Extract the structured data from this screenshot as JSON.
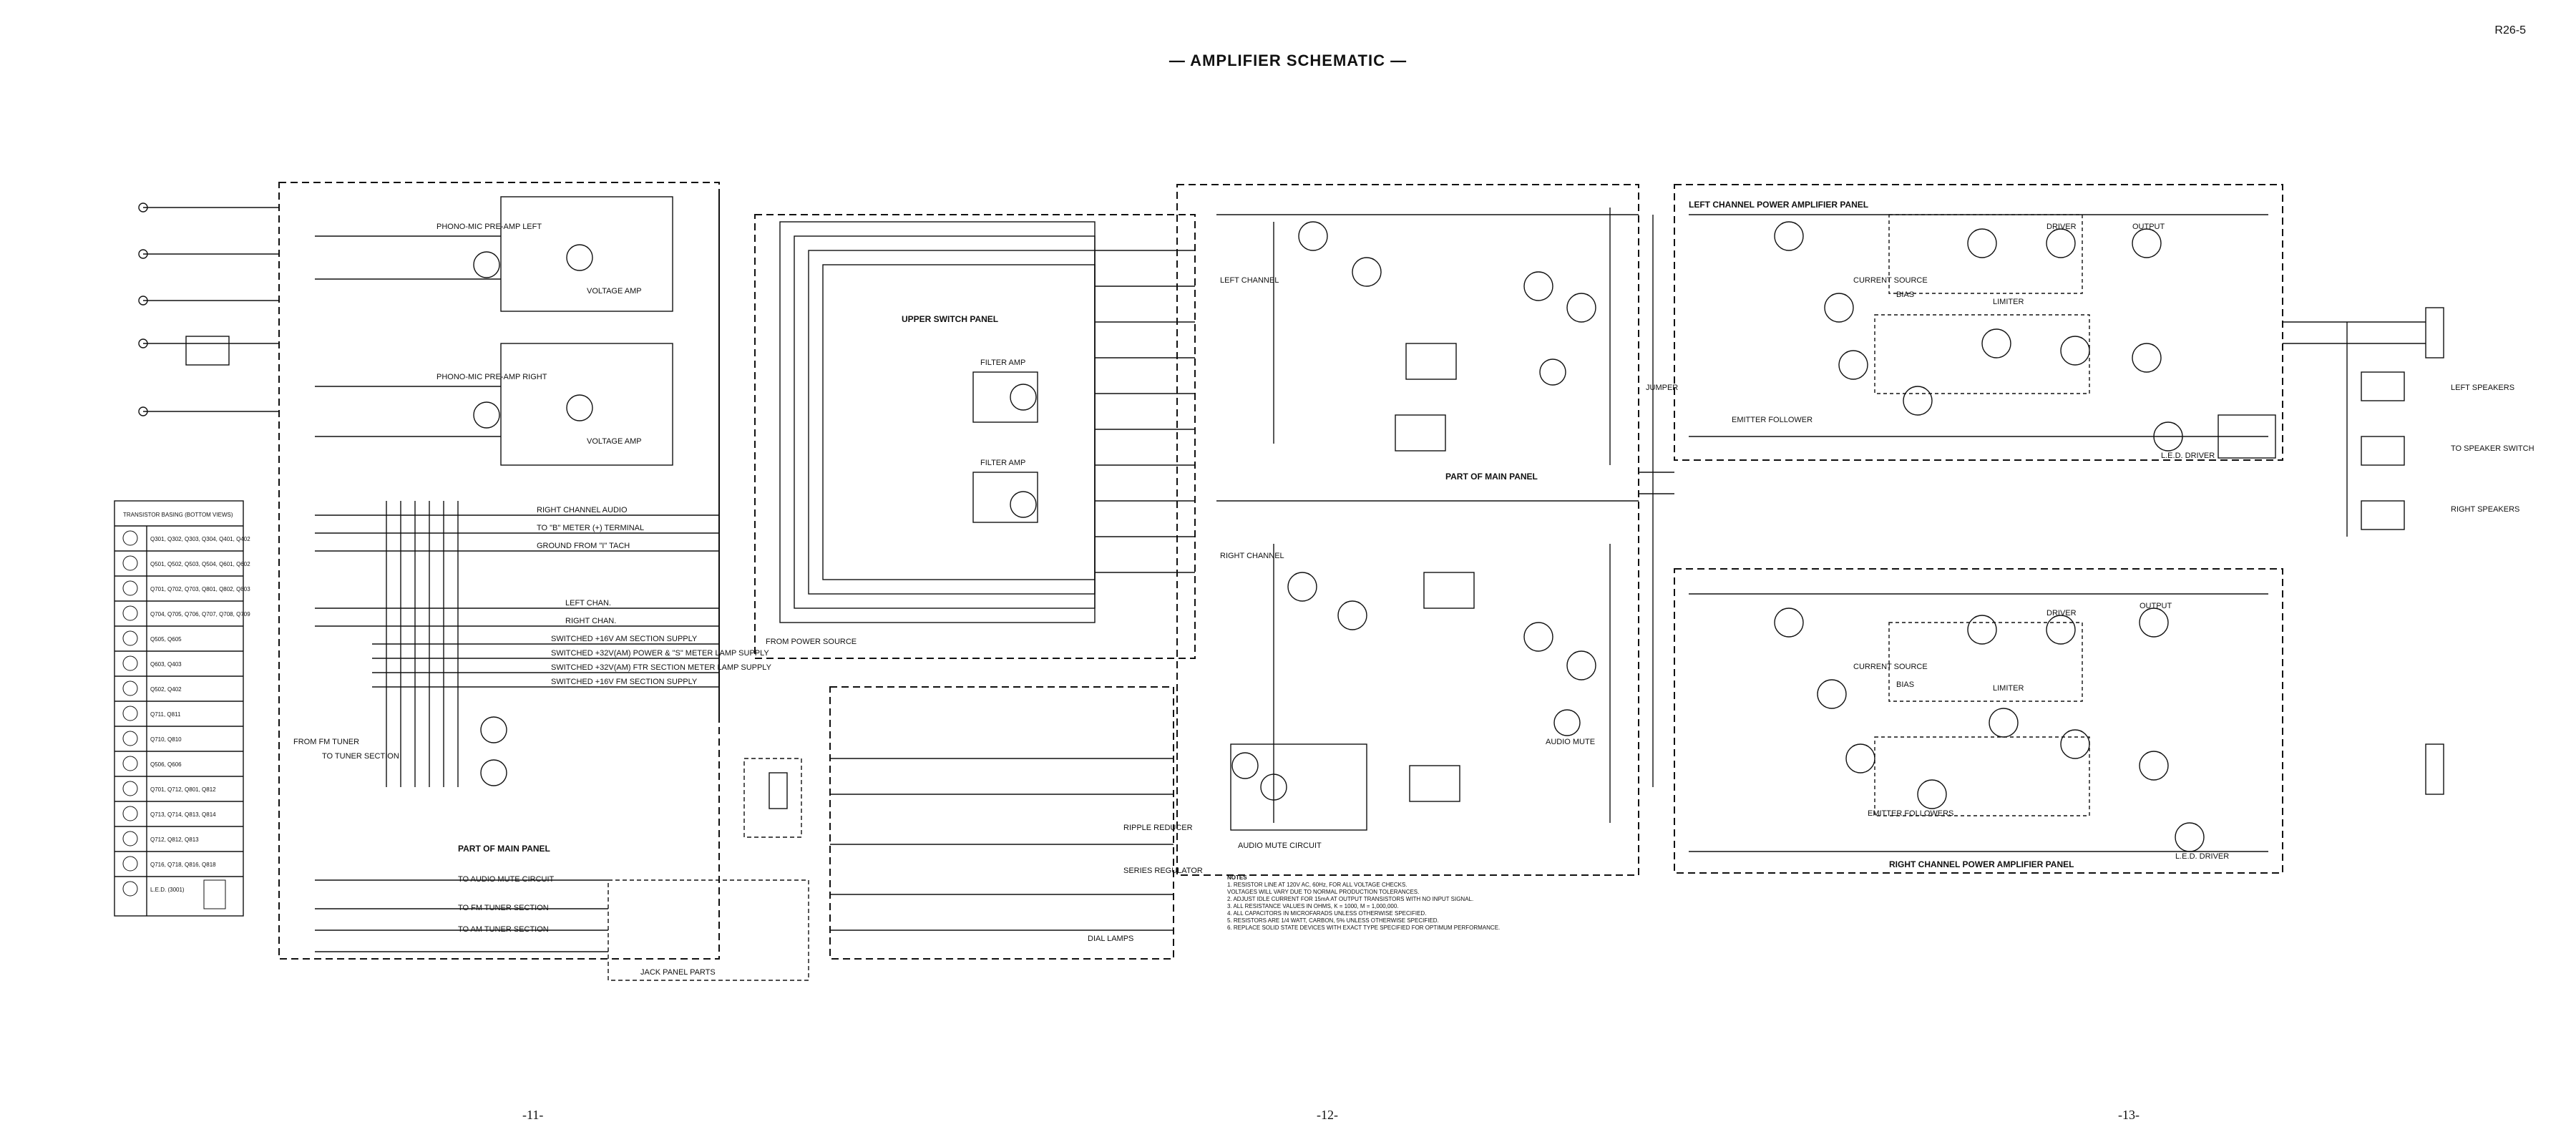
{
  "header": {
    "title": "— AMPLIFIER SCHEMATIC —",
    "page_ref": "R26-5"
  },
  "footer": {
    "page_left": "-11-",
    "page_center": "-12-",
    "page_right": "-13-"
  },
  "sections": {
    "upper_switch_panel": "UPPER SWITCH PANEL",
    "main_panel_top": "PART OF MAIN PANEL",
    "main_panel_bottom": "PART OF MAIN PANEL",
    "left_power_amp": "LEFT CHANNEL POWER AMPLIFIER PANEL",
    "right_power_amp": "RIGHT CHANNEL POWER AMPLIFIER PANEL",
    "jack_panel": "JACK PANEL PARTS",
    "dial_lamps": "DIAL LAMPS",
    "audio_mute": "AUDIO MUTE CIRCUIT"
  },
  "stage_labels": {
    "phono_left": "PHONO-MIC PRE-AMP LEFT",
    "phono_right": "PHONO-MIC PRE-AMP RIGHT",
    "left_channel": "LEFT CHANNEL",
    "right_channel": "RIGHT CHANNEL",
    "filter_amp_1": "FILTER AMP",
    "filter_amp_2": "FILTER AMP",
    "voltage_amp_1": "VOLTAGE AMP",
    "voltage_amp_2": "VOLTAGE AMP",
    "current_source_l": "CURRENT SOURCE",
    "current_source_r": "CURRENT SOURCE",
    "bias_l": "BIAS",
    "bias_r": "BIAS",
    "limiter_l": "LIMITER",
    "limiter_r": "LIMITER",
    "driver_l": "DRIVER",
    "driver_r": "DRIVER",
    "output_l": "OUTPUT",
    "output_r": "OUTPUT",
    "led_driver_l": "L.E.D. DRIVER",
    "led_driver_r": "L.E.D. DRIVER",
    "emitter_follower_l": "EMITTER FOLLOWER",
    "emitter_follower_r": "EMITTER FOLLOWERS",
    "series_regulator": "SERIES REGULATOR",
    "ripple_reducer": "RIPPLE REDUCER",
    "audio_mute_ic": "AUDIO MUTE",
    "jumper": "JUMPER"
  },
  "bus_labels": [
    "RIGHT CHANNEL AUDIO",
    "TO \"B\" METER (+) TERMINAL",
    "GROUND FROM \"I\" TACH",
    "LEFT CHAN.",
    "RIGHT CHAN.",
    "SWITCHED +16V AM SECTION SUPPLY",
    "SWITCHED +32V(AM) POWER & \"S\" METER LAMP SUPPLY",
    "SWITCHED +32V(AM) FTR SECTION METER LAMP SUPPLY",
    "SWITCHED +16V FM SECTION SUPPLY"
  ],
  "side_labels": {
    "to_tuner": "TO TUNER SECTION",
    "from_fm_tuner": "FROM FM TUNER",
    "to_fm_tuner": "TO FM TUNER SECTION",
    "to_am_tuner": "TO AM TUNER SECTION",
    "to_audio_mute": "TO AUDIO MUTE CIRCUIT",
    "left_speakers": "LEFT SPEAKERS",
    "right_speakers": "RIGHT SPEAKERS",
    "from_power": "FROM POWER SOURCE",
    "to_speaker_switch": "TO SPEAKER SWITCH"
  },
  "transistor_table": {
    "heading": "TRANSISTOR BASING (BOTTOM VIEWS)",
    "rows": [
      "Q301, Q302, Q303, Q304, Q401, Q402",
      "Q501, Q502, Q503, Q504, Q601, Q602",
      "Q701, Q702, Q703, Q801, Q802, Q803",
      "Q704, Q705, Q706, Q707, Q708, Q709",
      "Q505, Q605",
      "Q603, Q403",
      "Q502, Q402",
      "Q711, Q811",
      "Q710, Q810",
      "Q506, Q606",
      "Q701, Q712, Q801, Q812",
      "Q713, Q714, Q813, Q814",
      "Q712, Q812, Q813",
      "Q716, Q718, Q816, Q818",
      "L.E.D. (3001)"
    ]
  },
  "notes": {
    "heading": "NOTES",
    "lines": [
      "1. RESISTOR LINE AT 120V AC, 60Hz, FOR ALL VOLTAGE CHECKS.",
      "   VOLTAGES WILL VARY DUE TO NORMAL PRODUCTION TOLERANCES.",
      "2. ADJUST IDLE CURRENT FOR 15mA AT OUTPUT TRANSISTORS WITH NO INPUT SIGNAL.",
      "3. ALL RESISTANCE VALUES IN OHMS, K = 1000, M = 1,000,000.",
      "4. ALL CAPACITORS IN MICROFARADS UNLESS OTHERWISE SPECIFIED.",
      "5. RESISTORS ARE 1/4 WATT, CARBON, 5% UNLESS OTHERWISE SPECIFIED.",
      "6. REPLACE SOLID STATE DEVICES WITH EXACT TYPE SPECIFIED FOR OPTIMUM PERFORMANCE."
    ]
  },
  "colors": {
    "ink": "#111111",
    "paper": "#ffffff"
  }
}
